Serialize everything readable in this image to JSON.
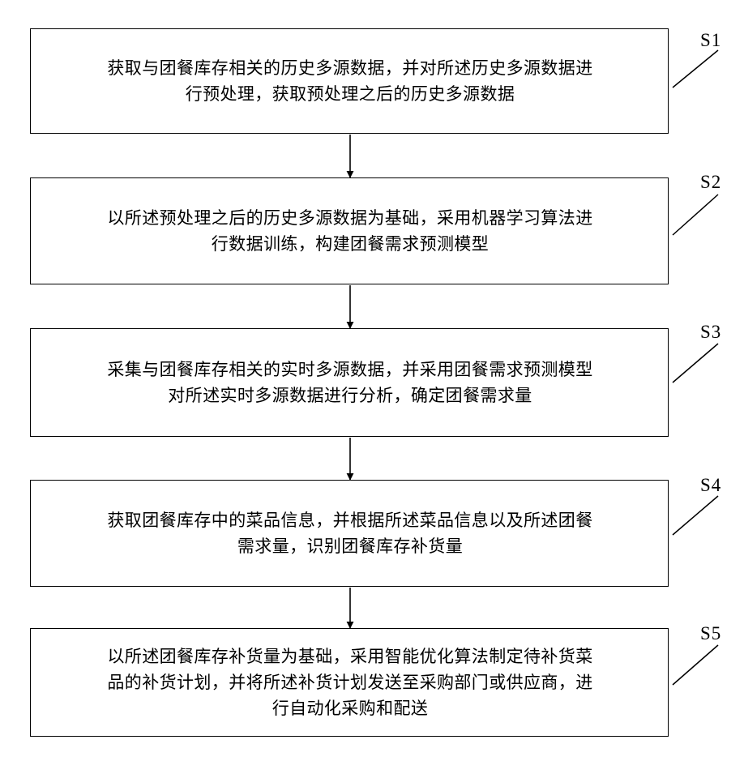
{
  "steps": [
    {
      "label": "S1",
      "lines": [
        "获取与团餐库存相关的历史多源数据，并对所述历史多源数据进",
        "行预处理，获取预处理之后的历史多源数据"
      ]
    },
    {
      "label": "S2",
      "lines": [
        "以所述预处理之后的历史多源数据为基础，采用机器学习算法进",
        "行数据训练，构建团餐需求预测模型"
      ]
    },
    {
      "label": "S3",
      "lines": [
        "采集与团餐库存相关的实时多源数据，并采用团餐需求预测模型",
        "对所述实时多源数据进行分析，确定团餐需求量"
      ]
    },
    {
      "label": "S4",
      "lines": [
        "获取团餐库存中的菜品信息，并根据所述菜品信息以及所述团餐",
        "需求量，识别团餐库存补货量"
      ]
    },
    {
      "label": "S5",
      "lines": [
        "以所述团餐库存补货量为基础，采用智能优化算法制定待补货菜",
        "品的补货计划，并将所述补货计划发送至采购部门或供应商，进",
        "行自动化采购和配送"
      ]
    }
  ]
}
